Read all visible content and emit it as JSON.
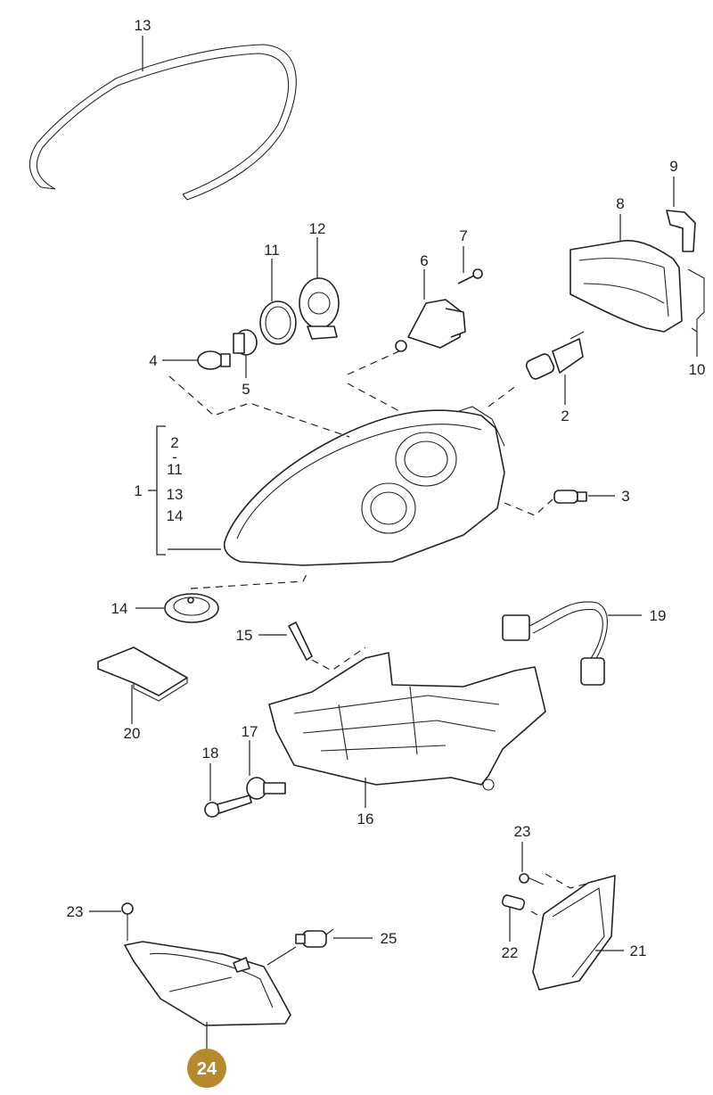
{
  "diagram": {
    "highlight_color": "#b58a2e",
    "callouts": {
      "c1": "1",
      "c2": "2",
      "c3": "3",
      "c4": "4",
      "c5": "5",
      "c6": "6",
      "c7": "7",
      "c8": "8",
      "c9": "9",
      "c10": "10",
      "c11": "11",
      "c12": "12",
      "c13": "13",
      "c14": "14",
      "c15": "15",
      "c16": "16",
      "c17": "17",
      "c18": "18",
      "c19": "19",
      "c20": "20",
      "c21": "21",
      "c22": "22",
      "c23a": "23",
      "c23b": "23",
      "c24": "24",
      "c25": "25"
    },
    "group_list": {
      "item1": "2",
      "sep": "-",
      "item2": "11",
      "item3": "13",
      "item4": "14"
    }
  }
}
